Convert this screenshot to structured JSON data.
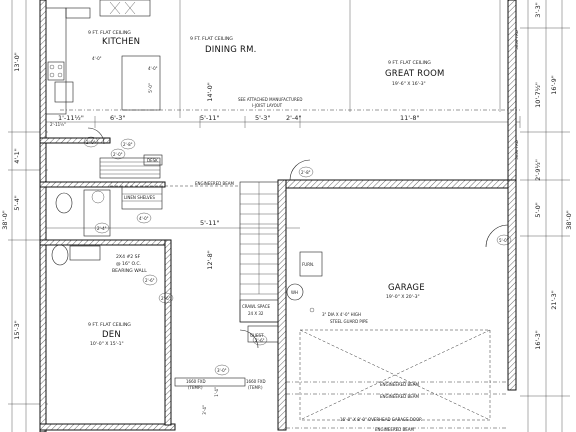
{
  "rooms": {
    "kitchen": {
      "note": "9 FT. FLAT CEILING",
      "name": "KITCHEN"
    },
    "dining": {
      "note": "9 FT. FLAT CEILING",
      "name": "DINING RM."
    },
    "great_room": {
      "note": "9 FT. FLAT CEILING",
      "name": "GREAT ROOM",
      "size": "19'-6\" X 16'-3\""
    },
    "garage": {
      "name": "GARAGE",
      "size": "19'-0\" X 20'-3\""
    },
    "den": {
      "note": "9 FT. FLAT CEILING",
      "name": "DEN",
      "size": "10'-0\" X 15'-1\""
    }
  },
  "notes": {
    "joist": "SEE ATTACHED MANUFACTURED",
    "joist2": "I-JOIST LAYOUT",
    "eng_beam_top": "ENGINEERED BEAM",
    "linen": "LINEN SHELVES",
    "desk": "DESK",
    "bearing": "2X4 #2 SF",
    "bearing2": "@ 16\" O.C.",
    "bearing3": "BEARING WALL",
    "crawl": "CRAWL SPACE",
    "crawl2": "24 X 32",
    "guest": "GUEST",
    "furn": "FURN.",
    "wh": "WH",
    "steel1": "3\" DIA X 4'-0\" HIGH",
    "steel2": "STEEL GUARD PIPE",
    "eng_beam_1": "ENGINEERED BEAM",
    "eng_beam_2": "ENGINEERED BEAM",
    "garage_door": "16'-0\" X 8'-0\" OVERHEAD GARAGE DOOR",
    "eng_beam_bottom": "ENGINEERED BEAM",
    "window_a": "1660 FXD",
    "window_a2": "(TEMP.)",
    "window_b": "1660 FXD",
    "window_b2": "(TEMP.)"
  },
  "left_dims": [
    "13'-0\"",
    "4'-1\"",
    "5'-4\"",
    "38'-0\"",
    "15'-3\""
  ],
  "right_dims": [
    "3'-3\"",
    "10'-7½\"",
    "16'-9\"",
    "2'-9½\"",
    "5'-0\"",
    "38'-0\"",
    "21'-3\"",
    "16'-3\""
  ],
  "inner_dims": [
    "4'-0\"",
    "6'-3\"",
    "5'-11\"",
    "5'-3\"",
    "2'-4\"",
    "11'-8\"",
    "5'-11\"",
    "12'-8\"",
    "2'-11½\"",
    "1'-11½\""
  ],
  "door_tags": [
    "2'-0\"",
    "2'-0\"",
    "2'-4\"",
    "4'-0\"",
    "2'-8\"",
    "2'-6\"",
    "2'-6\"",
    "2'-6\"",
    "3'-0\"",
    "5'-0\"",
    "2'-8\""
  ],
  "vertical_tags": [
    "3050 FXD",
    "3050 FXD"
  ],
  "ceiling_dims": [
    "14'-0\"",
    "4'-0\"",
    "5'-0\"",
    "1'-4\"",
    "3'-4\""
  ]
}
